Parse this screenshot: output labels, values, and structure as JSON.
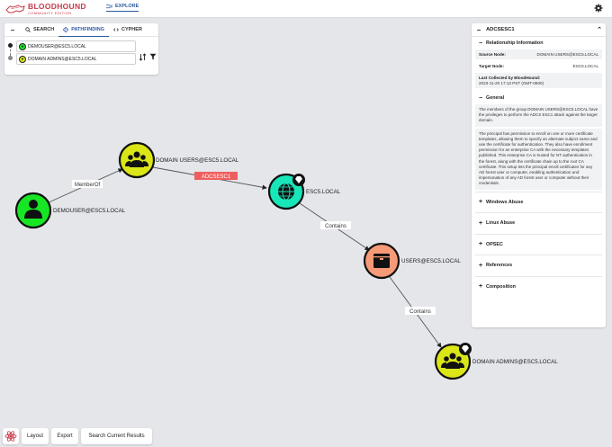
{
  "app": {
    "title": "BLOODHOUND",
    "subtitle": "COMMUNITY EDITION",
    "nav_explore": "EXPLORE"
  },
  "search": {
    "tabs": [
      {
        "label": "SEARCH"
      },
      {
        "label": "PATHFINDING"
      },
      {
        "label": "CYPHER"
      }
    ],
    "start_node": "DEMOUSER@ESC5.LOCAL",
    "end_node": "DOMAIN ADMINS@ESC5.LOCAL"
  },
  "graph": {
    "nodes": [
      {
        "label": "DEMOUSER@ESC5.LOCAL",
        "type": "User",
        "color": "#17e625"
      },
      {
        "label": "DOMAIN USERS@ESC5.LOCAL",
        "type": "Group",
        "color": "#dbe617"
      },
      {
        "label": "ESC5.LOCAL",
        "type": "Domain",
        "color": "#17e6b9"
      },
      {
        "label": "USERS@ESC5.LOCAL",
        "type": "Container",
        "color": "#f79a78"
      },
      {
        "label": "DOMAIN ADMINS@ESC5.LOCAL",
        "type": "Group",
        "color": "#dbe617"
      }
    ],
    "edges": [
      {
        "label": "MemberOf"
      },
      {
        "label": "ADCSESC1",
        "highlight_color": "#ef5e5e"
      },
      {
        "label": "Contains"
      },
      {
        "label": "Contains"
      }
    ]
  },
  "panel": {
    "title": "ADCSESC1",
    "relationship_info": {
      "heading": "Relationship Information",
      "source_label": "Source Node:",
      "source_value": "DOMAIN USERS@ESC5.LOCAL",
      "target_label": "Target Node:",
      "target_value": "ESC5.LOCAL",
      "collected_label": "Last Collected by BloodHound:",
      "collected_value": "2023-11-20 17:13 PST (GMT-0800)"
    },
    "general": {
      "heading": "General",
      "para1": "The members of the group DOMAIN USERS@ESC5.LOCAL have the privileges to perform the ADCS ESC1 attack against the target domain.",
      "para2": "The principal has permission to enroll on one or more certificate templates, allowing them to specify an alternate subject name and use the certificate for authentication. They also have enrollment permission for an enterprise CA with the necessary templates published. This enterprise CA is trusted for NT authentication in the forest, along with the certificate chain up to the root CA certificate. This setup lets the principal enroll certificates for any AD forest user or computer, enabling authentication and impersonation of any AD forest user or computer without their credentials."
    },
    "sections": [
      {
        "label": "Windows Abuse"
      },
      {
        "label": "Linux Abuse"
      },
      {
        "label": "OPSEC"
      },
      {
        "label": "References"
      },
      {
        "label": "Composition"
      }
    ]
  },
  "bottom": {
    "layout": "Layout",
    "export": "Export",
    "search_results": "Search Current Results"
  }
}
